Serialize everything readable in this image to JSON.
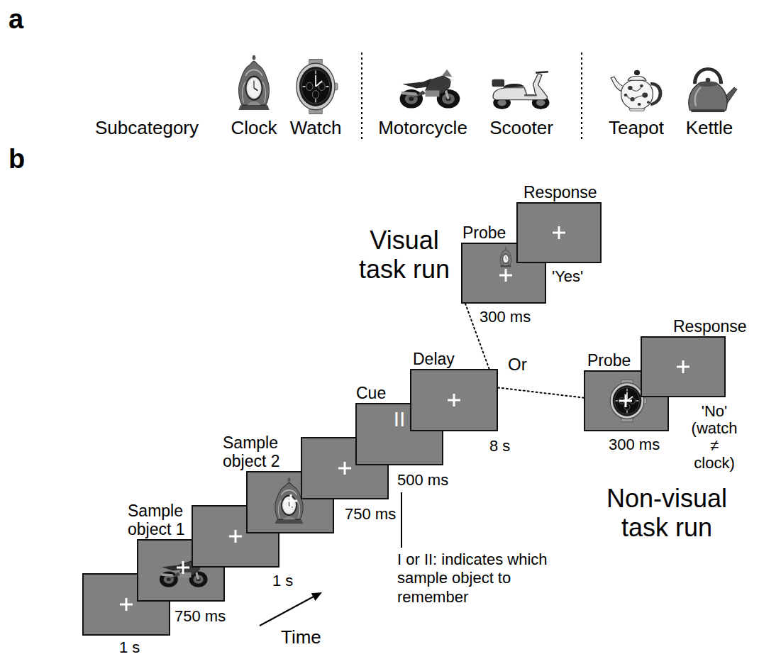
{
  "diagram": {
    "nodes": [
      {
        "text": [
          "Sample object 1"
        ]
      },
      {
        "text": [
          "Sample object 2"
        ]
      },
      {
        "text": [
          "Cue",
          "II"
        ]
      },
      {
        "text": [
          "Delay"
        ]
      },
      {
        "text": [
          "Probe"
        ]
      },
      {
        "text": [
          "Response"
        ]
      },
      {
        "text": [
          "Probe"
        ]
      },
      {
        "text": [
          "Response"
        ]
      }
    ],
    "edges": [
      {
        "from": 3,
        "to": 4,
        "arrow": "none"
      },
      {
        "from": 3,
        "to": 6,
        "arrow": "none"
      }
    ],
    "labels": [
      "a",
      "Subcategory",
      "Clock",
      "Watch",
      "Motorcycle",
      "Scooter",
      "Teapot",
      "Kettle",
      "b",
      "1 s",
      "750 ms",
      "1 s",
      "750 ms",
      "500 ms",
      "8 s",
      "Or",
      "Visual task run",
      "300 ms",
      "'Yes'",
      "300 ms",
      "'No' (watch ≠ clock)",
      "Non-visual task run",
      "I or II: indicates which sample object to remember",
      "Time"
    ]
  }
}
